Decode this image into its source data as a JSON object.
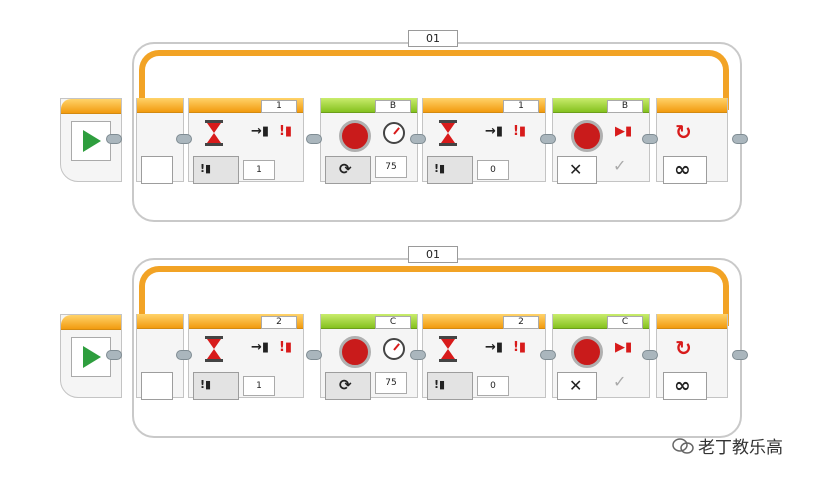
{
  "programs": [
    {
      "loop_label": "01",
      "wait1": {
        "port": "1",
        "value": "1"
      },
      "motor": {
        "port": "B",
        "value": "75"
      },
      "wait2": {
        "port": "1",
        "value": "0"
      },
      "stop": {
        "port": "B"
      }
    },
    {
      "loop_label": "01",
      "wait1": {
        "port": "2",
        "value": "1"
      },
      "motor": {
        "port": "C",
        "value": "75"
      },
      "wait2": {
        "port": "2",
        "value": "0"
      },
      "stop": {
        "port": "C"
      }
    }
  ],
  "symbols": {
    "bars": "→▮",
    "alert_bars": "!▮",
    "stop_x": "✕",
    "check": "✓",
    "infinity": "∞",
    "loop_arrow": "↻",
    "rotate": "⟳",
    "brake": "▶▮"
  },
  "watermark": "老丁教乐高",
  "colors": {
    "orange": "#f29b0f",
    "green": "#85c11f",
    "red": "#d81b1b",
    "play_green": "#2e9e3e"
  }
}
